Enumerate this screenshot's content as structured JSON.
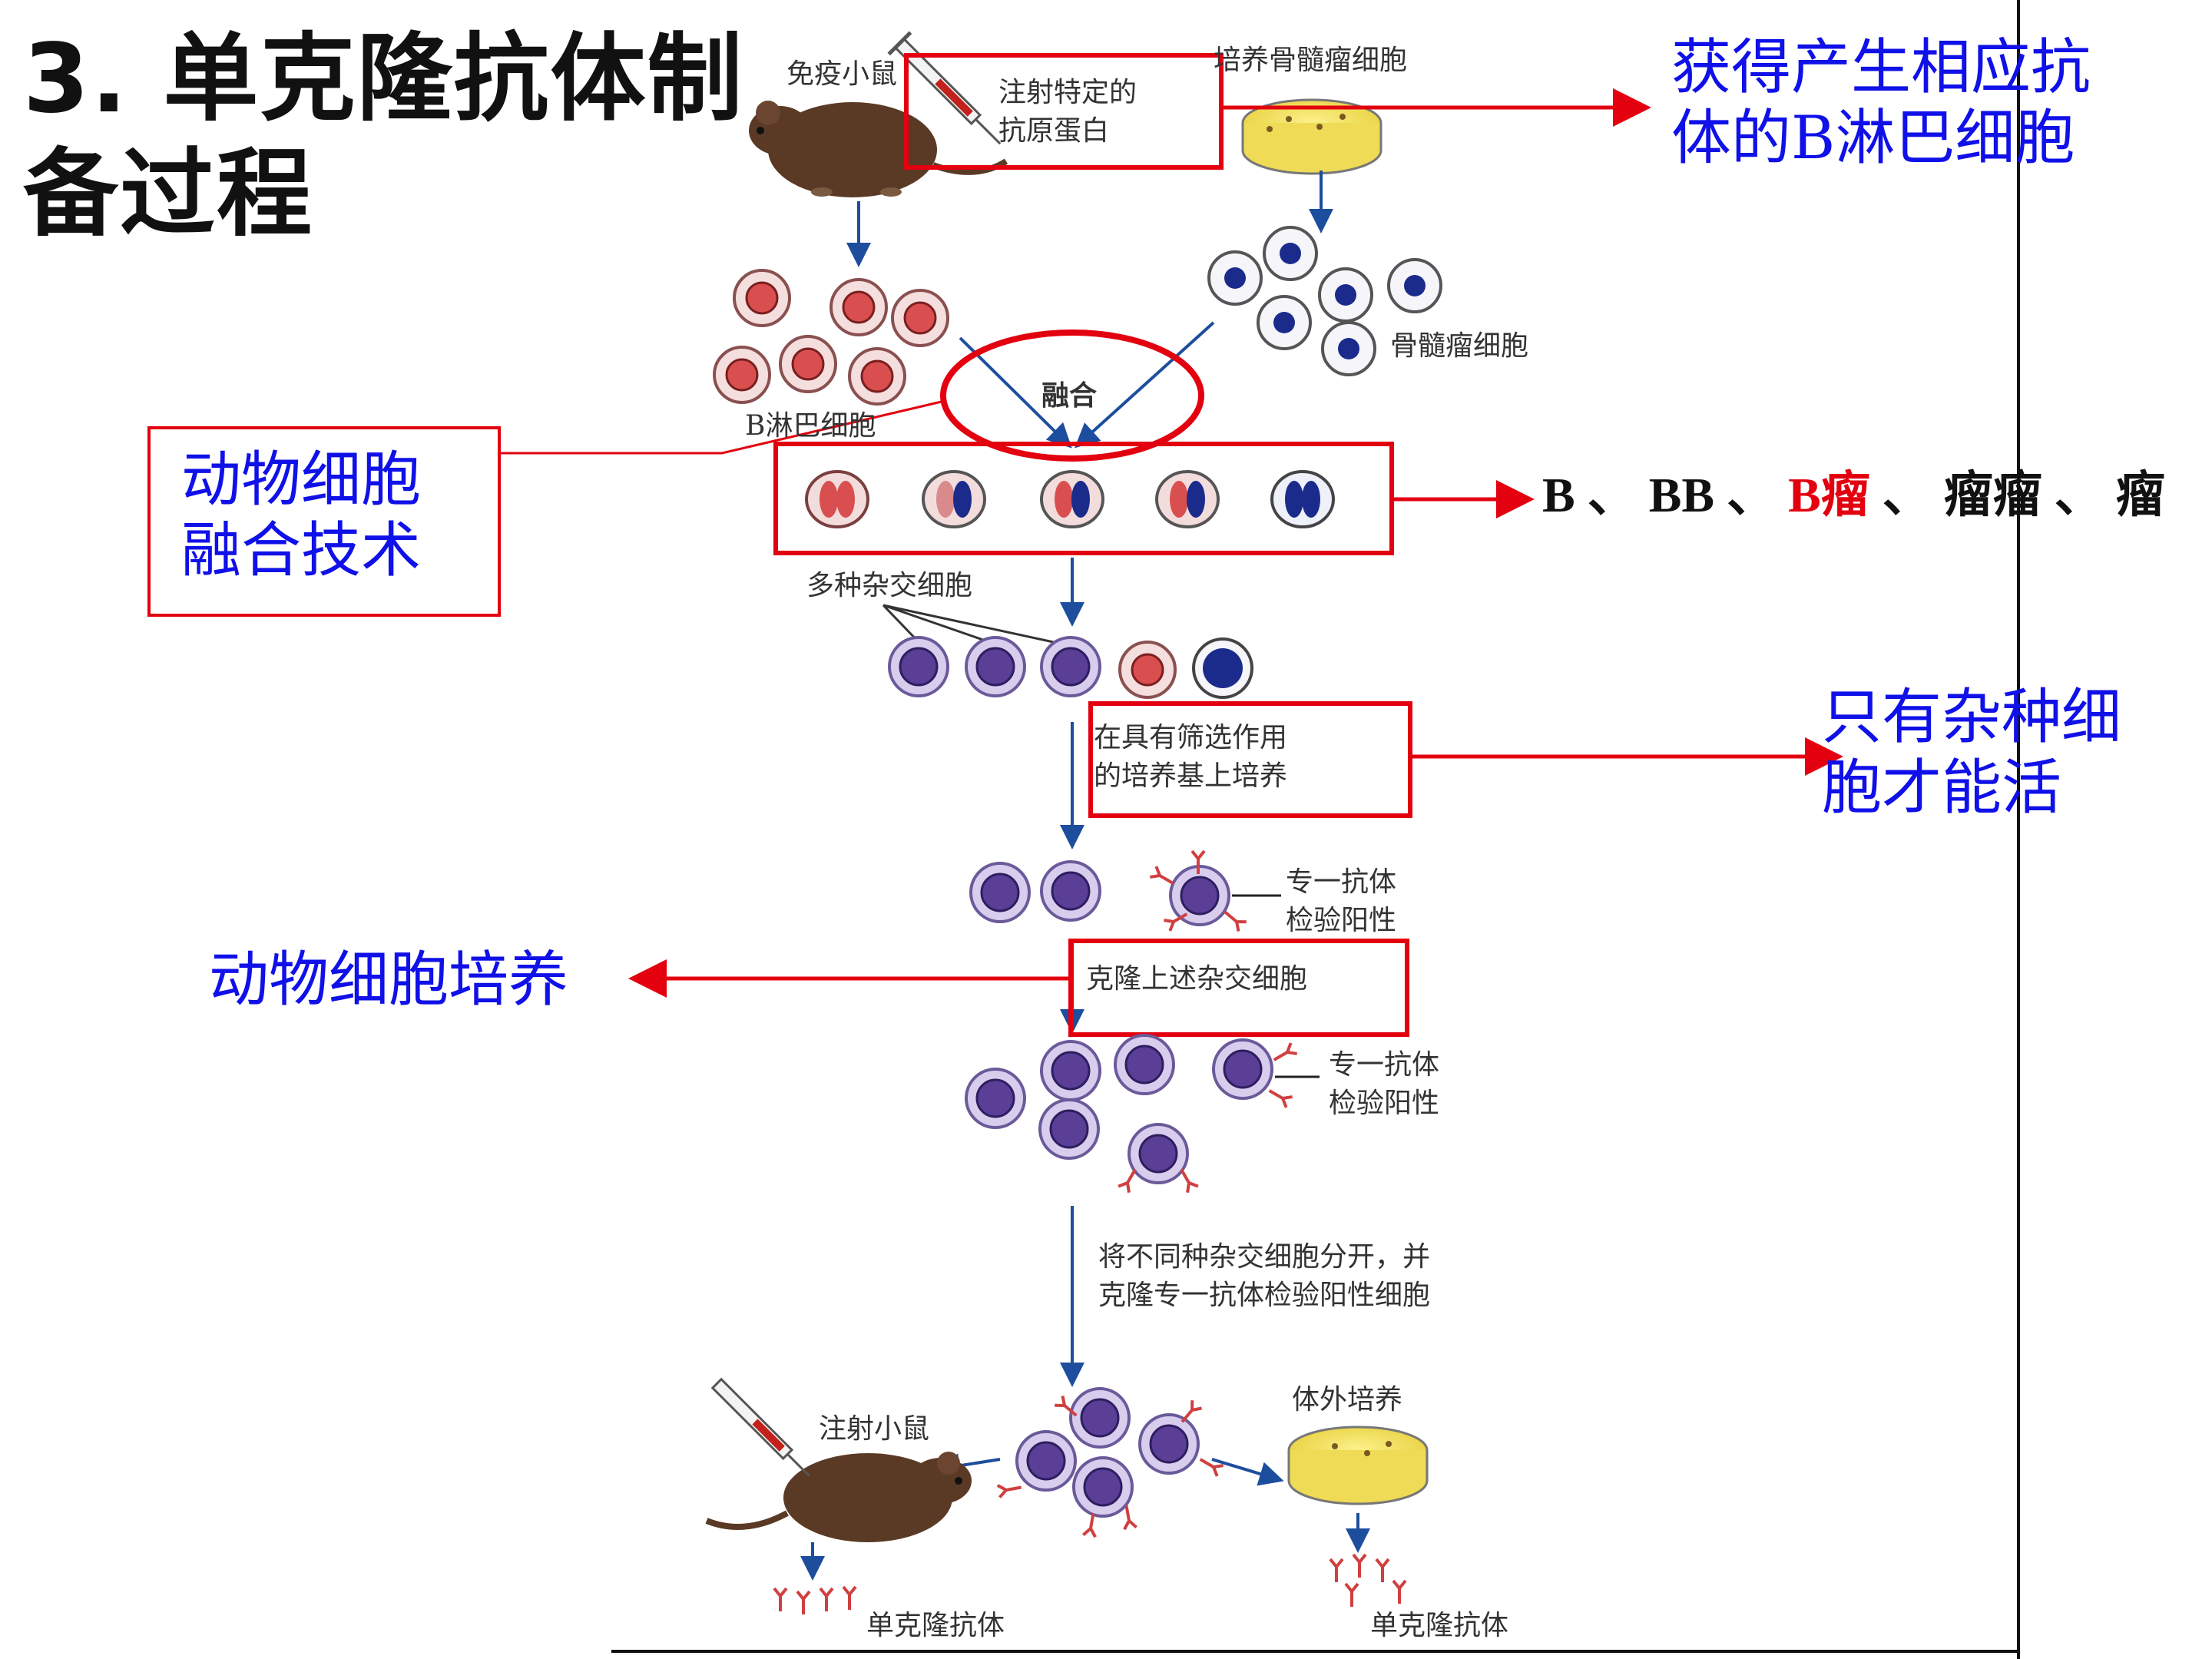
{
  "title": "3. 单克隆抗体制\n备过程",
  "notes": {
    "b_cell_note": "获得产生相应抗\n体的B淋巴细胞",
    "fusion_note": "动物细胞\n融合技术",
    "selection_note": "只有杂种细\n胞才能活",
    "culture_note": "动物细胞培养"
  },
  "fusion_types": {
    "items": [
      "B",
      "BB",
      "B瘤",
      "瘤瘤",
      "瘤"
    ],
    "separator": "、"
  },
  "figure": {
    "immune_mouse": "免疫小鼠",
    "inject_antigen": "注射特定的\n抗原蛋白",
    "culture_myeloma": "培养骨髓瘤细胞",
    "b_lymphocyte": "B淋巴细胞",
    "myeloma_cell": "骨髓瘤细胞",
    "fusion": "融合",
    "hybrid_cells": "多种杂交细胞",
    "selective_medium": "在具有筛选作用\n的培养基上培养",
    "antibody_test_1": "专一抗体\n检验阳性",
    "clone_hybrids": "克隆上述杂交细胞",
    "antibody_test_2": "专一抗体\n检验阳性",
    "separate_and_clone": "将不同种杂交细胞分开，并\n克隆专一抗体检验阳性细胞",
    "inject_mouse": "注射小鼠",
    "in_vitro_culture": "体外培养",
    "mab_left": "单克隆抗体",
    "mab_right": "单克隆抗体"
  },
  "colors": {
    "highlight_red": "#e3000f",
    "note_blue": "#1010e8",
    "diagram_blue": "#1d4e9e",
    "hybrid_purple": "#b7a4d8"
  }
}
